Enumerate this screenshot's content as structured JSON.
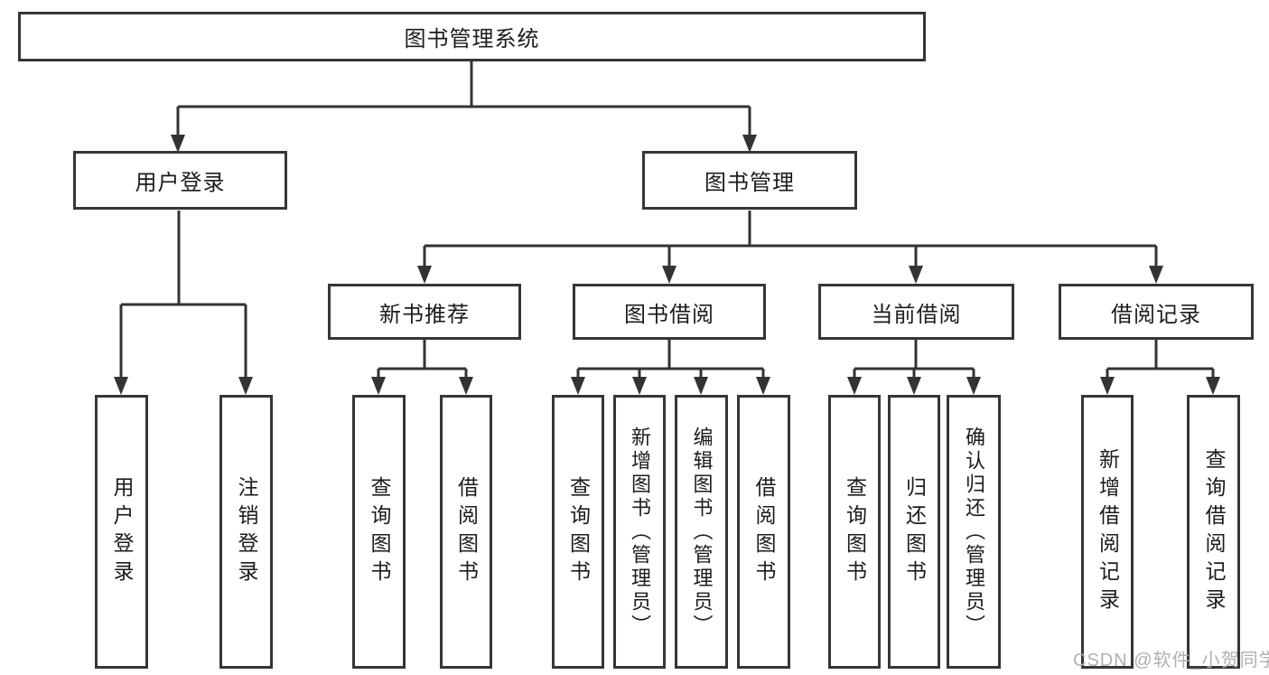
{
  "diagram": {
    "root": {
      "label": "图书管理系统"
    },
    "login_branch": {
      "label": "用户登录",
      "children": [
        {
          "label": "用户登录"
        },
        {
          "label": "注销登录"
        }
      ]
    },
    "management_branch": {
      "label": "图书管理",
      "sections": [
        {
          "label": "新书推荐",
          "children": [
            {
              "label": "查询图书"
            },
            {
              "label": "借阅图书"
            }
          ]
        },
        {
          "label": "图书借阅",
          "children": [
            {
              "label": "查询图书"
            },
            {
              "label": "新增图书（管理员）"
            },
            {
              "label": "编辑图书（管理员）"
            },
            {
              "label": "借阅图书"
            }
          ]
        },
        {
          "label": "当前借阅",
          "children": [
            {
              "label": "查询图书"
            },
            {
              "label": "归还图书"
            },
            {
              "label": "确认归还（管理员）"
            }
          ]
        },
        {
          "label": "借阅记录",
          "children": [
            {
              "label": "新增借阅记录"
            },
            {
              "label": "查询借阅记录"
            }
          ]
        }
      ]
    },
    "watermark": "CSDN @软件_小贺同学",
    "colors": {
      "line": "#333333",
      "box_border": "#363636",
      "text": "#1c1c1c",
      "watermark": "#b0b0b0",
      "background": "#ffffff"
    }
  }
}
